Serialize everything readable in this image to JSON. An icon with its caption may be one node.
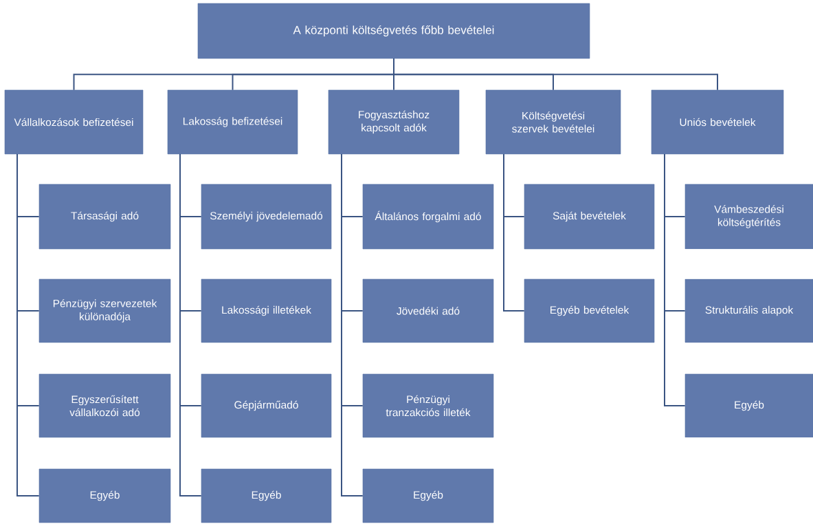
{
  "diagram": {
    "nodes": [
      {
        "text": [
          "A központi költségvetés főbb bevételei"
        ]
      },
      {
        "text": [
          "Vállalkozások befizetései"
        ]
      },
      {
        "text": [
          "Lakosság befizetései"
        ]
      },
      {
        "text": [
          "Fogyasztáshoz kapcsolt adók"
        ]
      },
      {
        "text": [
          "Költségvetési szervek bevételei"
        ]
      },
      {
        "text": [
          "Uniós bevételek"
        ]
      },
      {
        "text": [
          "Társasági adó"
        ]
      },
      {
        "text": [
          "Pénzügyi szervezetek különadója"
        ]
      },
      {
        "text": [
          "Egyszerűsített vállalkozói adó"
        ]
      },
      {
        "text": [
          "Egyéb"
        ]
      },
      {
        "text": [
          "Személyi jövedelemadó"
        ]
      },
      {
        "text": [
          "Lakossági illetékek"
        ]
      },
      {
        "text": [
          "Gépjárműadó"
        ]
      },
      {
        "text": [
          "Egyéb"
        ]
      },
      {
        "text": [
          "Általános forgalmi adó"
        ]
      },
      {
        "text": [
          "Jövedéki adó"
        ]
      },
      {
        "text": [
          "Pénzügyi tranzakciós illeték"
        ]
      },
      {
        "text": [
          "Egyéb"
        ]
      },
      {
        "text": [
          "Saját bevételek"
        ]
      },
      {
        "text": [
          "Egyéb bevételek"
        ]
      },
      {
        "text": [
          "Vámbeszedési költségtérítés"
        ]
      },
      {
        "text": [
          "Strukturális alapok"
        ]
      },
      {
        "text": [
          "Egyéb"
        ]
      }
    ],
    "edges": [
      {
        "from": 0,
        "to": 1,
        "arrow": "none"
      },
      {
        "from": 0,
        "to": 2,
        "arrow": "none"
      },
      {
        "from": 0,
        "to": 3,
        "arrow": "none"
      },
      {
        "from": 0,
        "to": 4,
        "arrow": "none"
      },
      {
        "from": 0,
        "to": 5,
        "arrow": "none"
      },
      {
        "from": 1,
        "to": 6,
        "arrow": "none"
      },
      {
        "from": 1,
        "to": 7,
        "arrow": "none"
      },
      {
        "from": 1,
        "to": 8,
        "arrow": "none"
      },
      {
        "from": 1,
        "to": 9,
        "arrow": "none"
      },
      {
        "from": 2,
        "to": 10,
        "arrow": "none"
      },
      {
        "from": 2,
        "to": 11,
        "arrow": "none"
      },
      {
        "from": 2,
        "to": 12,
        "arrow": "none"
      },
      {
        "from": 2,
        "to": 13,
        "arrow": "none"
      },
      {
        "from": 3,
        "to": 14,
        "arrow": "none"
      },
      {
        "from": 3,
        "to": 15,
        "arrow": "none"
      },
      {
        "from": 3,
        "to": 16,
        "arrow": "none"
      },
      {
        "from": 3,
        "to": 17,
        "arrow": "none"
      },
      {
        "from": 4,
        "to": 18,
        "arrow": "none"
      },
      {
        "from": 4,
        "to": 19,
        "arrow": "none"
      },
      {
        "from": 5,
        "to": 20,
        "arrow": "none"
      },
      {
        "from": 5,
        "to": 21,
        "arrow": "none"
      },
      {
        "from": 5,
        "to": 22,
        "arrow": "none"
      }
    ]
  }
}
